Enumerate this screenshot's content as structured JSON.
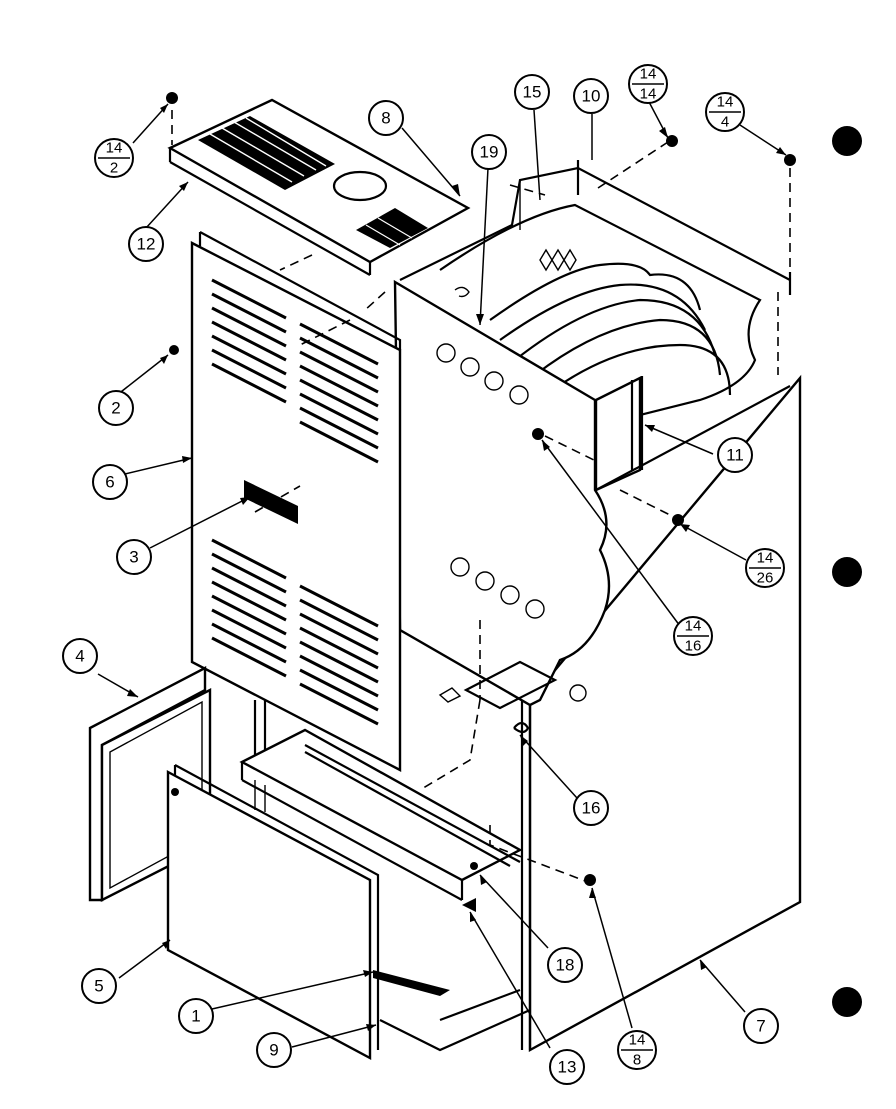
{
  "callouts": [
    {
      "id": "c1",
      "label": "1"
    },
    {
      "id": "c2",
      "label": "2"
    },
    {
      "id": "c3",
      "label": "3"
    },
    {
      "id": "c4",
      "label": "4"
    },
    {
      "id": "c5",
      "label": "5"
    },
    {
      "id": "c6",
      "label": "6"
    },
    {
      "id": "c7",
      "label": "7"
    },
    {
      "id": "c8",
      "label": "8"
    },
    {
      "id": "c9",
      "label": "9"
    },
    {
      "id": "c10",
      "label": "10"
    },
    {
      "id": "c11",
      "label": "11"
    },
    {
      "id": "c12",
      "label": "12"
    },
    {
      "id": "c13",
      "label": "13"
    },
    {
      "id": "c15",
      "label": "15"
    },
    {
      "id": "c16",
      "label": "16"
    },
    {
      "id": "c18",
      "label": "18"
    },
    {
      "id": "c19",
      "label": "19"
    }
  ],
  "fraction_callouts": [
    {
      "id": "f14-2",
      "top": "14",
      "bottom": "2"
    },
    {
      "id": "f14-14",
      "top": "14",
      "bottom": "14"
    },
    {
      "id": "f14-4",
      "top": "14",
      "bottom": "4"
    },
    {
      "id": "f14-26",
      "top": "14",
      "bottom": "26"
    },
    {
      "id": "f14-16",
      "top": "14",
      "bottom": "16"
    },
    {
      "id": "f14-8",
      "top": "14",
      "bottom": "8"
    }
  ]
}
